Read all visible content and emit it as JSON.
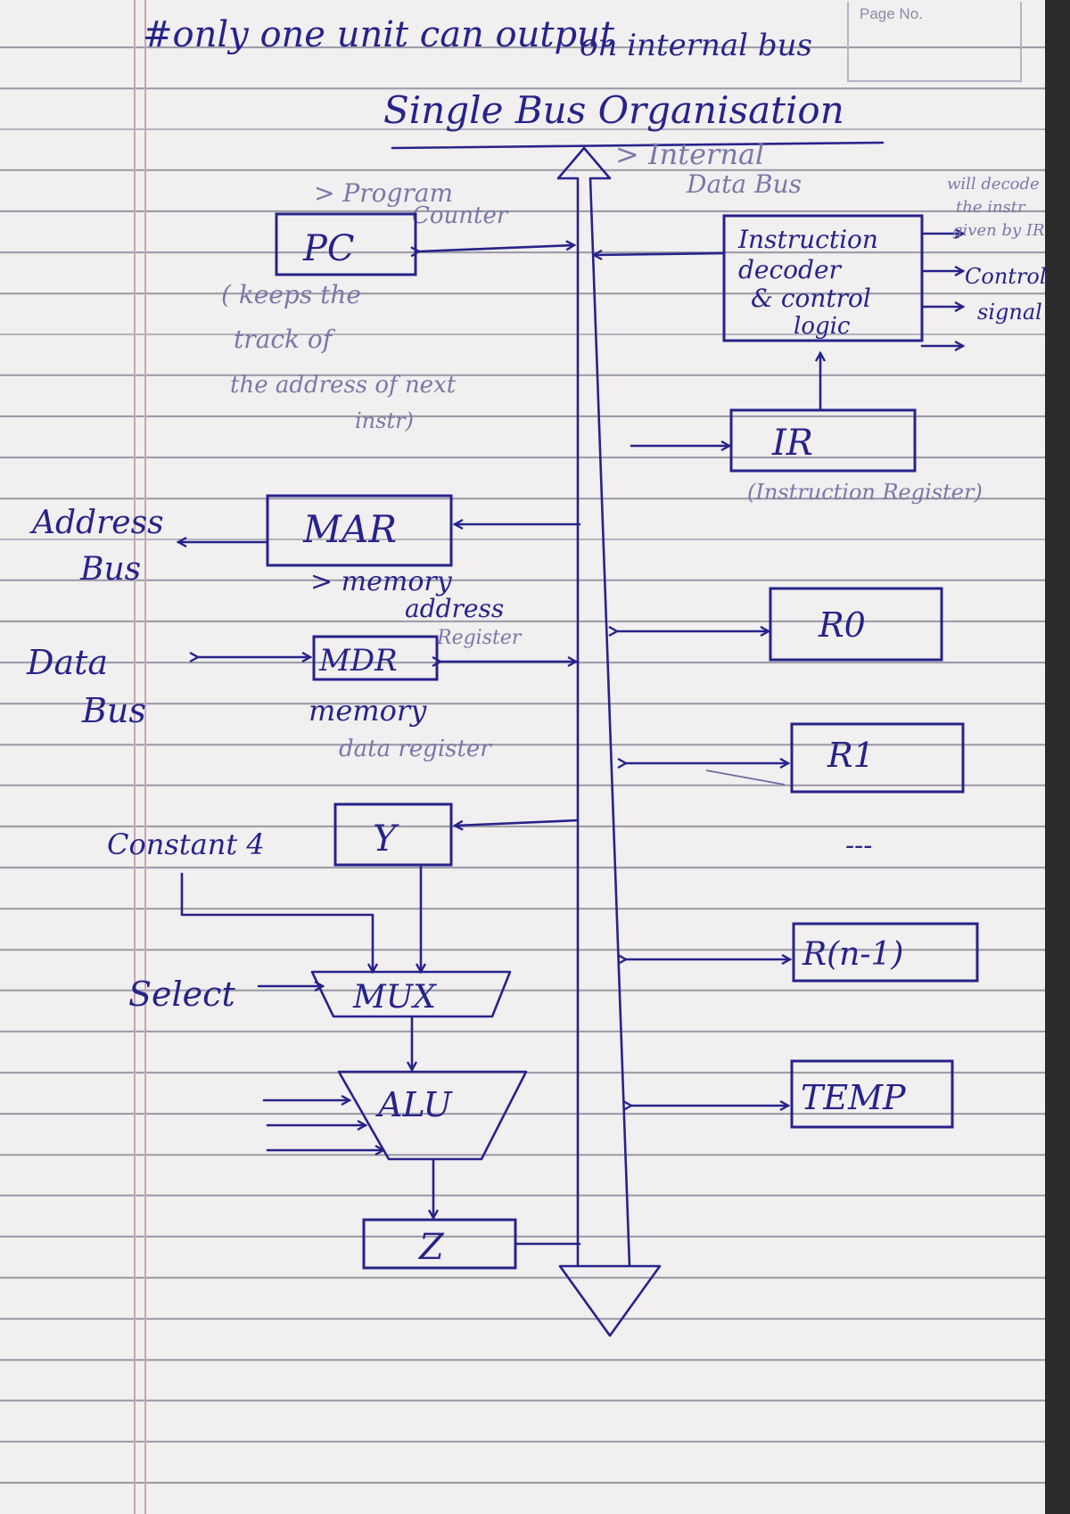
{
  "header": {
    "note_line1": "#only one unit can output",
    "note_line2": "on internal bus",
    "page_no_label": "Page No."
  },
  "title": "Single Bus Organisation",
  "bus": {
    "label_line1": "> Internal",
    "label_line2": "Data Bus"
  },
  "registers": {
    "pc": "PC",
    "pc_caption_line1": "> Program",
    "pc_caption_line2": "Counter",
    "pc_note_line1": "( keeps the",
    "pc_note_line2": "track of",
    "pc_note_line3": "the address of next",
    "pc_note_line4": "instr)",
    "decoder_line1": "Instruction",
    "decoder_line2": "decoder",
    "decoder_line3": "& control",
    "decoder_line4": "logic",
    "decoder_note_line1": "will decode",
    "decoder_note_line2": "the instr",
    "decoder_note_line3": "given by IR",
    "control_line1": "Control",
    "control_line2": "signal",
    "ir": "IR",
    "ir_caption": "(Instruction Register)",
    "mar": "MAR",
    "mar_caption_line1": "> memory",
    "mar_caption_line2": "address",
    "mar_caption_line3": "Register",
    "address_bus_line1": "Address",
    "address_bus_line2": "Bus",
    "mdr": "MDR",
    "mdr_caption_line1": "memory",
    "mdr_caption_line2": "data register",
    "data_bus_line1": "Data",
    "data_bus_line2": "Bus",
    "r0": "R0",
    "r1": "R1",
    "dots": "---",
    "rn1": "R(n-1)",
    "temp": "TEMP",
    "y": "Y",
    "constant": "Constant 4",
    "select": "Select",
    "mux": "MUX",
    "alu": "ALU",
    "z": "Z"
  },
  "colors": {
    "ink": "#27238a",
    "paper": "#f1efef",
    "rule": "#9a9aa6",
    "margin": "#c9a6b4"
  }
}
